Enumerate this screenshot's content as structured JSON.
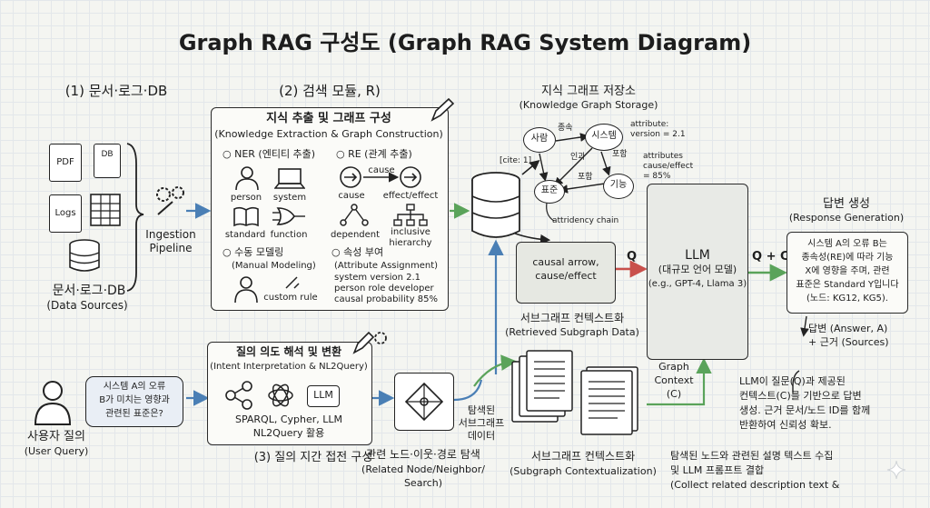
{
  "title": "Graph RAG 구성도 (Graph RAG System Diagram)",
  "sections": {
    "s1": "(1) 문서·로그·DB",
    "s2": "(2) 검색 모듈, R)",
    "s3": "(3) 질의 지간 접전 구성"
  },
  "sources": {
    "pdf": "PDF",
    "db": "DB",
    "logs": "Logs",
    "label_ko": "문서·로그·DB",
    "label_en": "(Data Sources)"
  },
  "ingestion": {
    "line1": "Ingestion",
    "line2": "Pipeline"
  },
  "extraction": {
    "title_ko": "지식 추출 및 그래프 구성",
    "title_en": "(Knowledge Extraction & Graph Construction)",
    "ner": "○  NER (엔티티 추출)",
    "re": "○  RE (관계 추출)",
    "person": "person",
    "system": "system",
    "cause_arrow": "cause",
    "cause": "cause",
    "effect": "effect/effect",
    "standard": "standard",
    "function": "function",
    "dependent": "dependent",
    "inclusive1": "inclusive",
    "inclusive2": "hierarchy",
    "manual_ko": "○  수동 모델링",
    "manual_en": "(Manual Modeling)",
    "custom_rule": "custom rule",
    "attr_ko": "○  속성 부여",
    "attr_en": "(Attribute Assignment)",
    "attr_l1": "system version 2.1",
    "attr_l2": "person role developer",
    "attr_l3": "causal probability 85%"
  },
  "kg": {
    "title_ko": "지식 그래프 저장소",
    "title_en": "(Knowledge Graph Storage)",
    "n_person": "사람",
    "n_system": "시스템",
    "n_standard": "표준",
    "n_function": "기능",
    "e_belongs": "종속",
    "e_cause": "인과",
    "e_include1": "포함",
    "e_include2": "포함",
    "cite": "[cite: 1]",
    "attr1_l1": "attribute:",
    "attr1_l2": "version = 2.1",
    "attr2_l1": "attributes",
    "attr2_l2": "cause/effect",
    "attr2_l3": "= 85%",
    "chain": "attridency chain"
  },
  "subgraph_box": {
    "line1": "causal arrow,",
    "line2": "cause/effect"
  },
  "subgraph_data": {
    "ko": "서브그래프 컨텍스트화",
    "en": "(Retrieved Subgraph Data)"
  },
  "q_label": "Q",
  "llm": {
    "title": "LLM",
    "ko": "(대규모 언어 모델)",
    "en": "(e.g., GPT-4, Llama 3)"
  },
  "qc_label": "Q + C",
  "response": {
    "title_ko": "답변 생성",
    "title_en": "(Response Generation)",
    "l1": "시스템 A의 오류 B는",
    "l2": "종속성(RE)에 따라 기능",
    "l3": "X에 영향을 주며, 관련",
    "l4": "표준은 Standard Y입니다",
    "l5": "(노드: KG12, KG5)."
  },
  "answer": {
    "l1": "답변 (Answer, A)",
    "l2": "+ 근거 (Sources)"
  },
  "explain": {
    "l1": "LLM이 질문(Q)과 제공된",
    "l2": "컨텍스트(C)를 기반으로 답변",
    "l3": "생성. 근거 문서/노드 ID를 함께",
    "l4": "반환하여 신뢰성 확보."
  },
  "user": {
    "q1": "시스템 A의 오류",
    "q2": "B가 미치는 영향과",
    "q3": "관련된 표준은?",
    "label_ko": "사용자 질의",
    "label_en": "(User Query)"
  },
  "intent": {
    "title_ko": "질의 의도 해석 및 변환",
    "title_en": "(Intent Interpretation & NL2Query)",
    "llm_badge": "LLM",
    "l1": "SPARQL, Cypher, LLM",
    "l2": "NL2Query 활용"
  },
  "explore": {
    "ko": "관련 노드·이웃·경로 탐색",
    "en1": "(Related Node/Neighbor/",
    "en2": "Search)"
  },
  "found": {
    "l1": "탐색된",
    "l2": "서브그래프",
    "l3": "데이터"
  },
  "contextualize": {
    "ko": "서브그래프 컨텍스트화",
    "en": "(Subgraph Contextualization)"
  },
  "graph_context": {
    "l1": "Graph",
    "l2": "Context",
    "l3": "(C)"
  },
  "collect": {
    "l1": "탐색된 노드와 관련된 설명 텍스트 수집",
    "l2": "및 LLM 프롬프트 결합",
    "l3": "(Collect related description text &"
  },
  "colors": {
    "blue_arrow": "#4a7fb5",
    "green_arrow": "#5aa35a",
    "red_arrow": "#c9504b"
  }
}
